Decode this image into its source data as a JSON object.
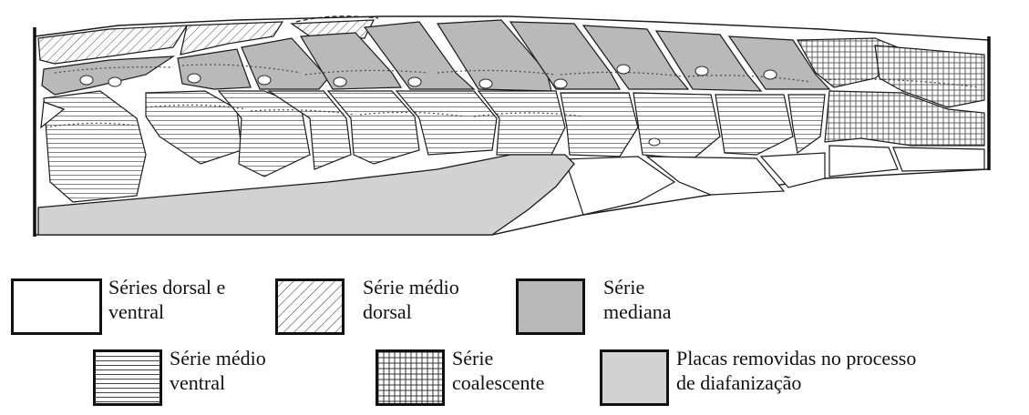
{
  "legend": {
    "items": [
      {
        "key": "dorsal_ventral",
        "line1": "Séries dorsal e",
        "line2": "ventral",
        "fill": "#ffffff",
        "pattern": "none"
      },
      {
        "key": "medio_dorsal",
        "line1": "Série médio",
        "line2": "dorsal",
        "fill": "#ffffff",
        "pattern": "diagonal"
      },
      {
        "key": "mediana",
        "line1": "Série",
        "line2": "mediana",
        "fill": "#b9b9b9",
        "pattern": "solid"
      },
      {
        "key": "medio_ventral",
        "line1": "Série médio",
        "line2": "ventral",
        "fill": "#ffffff",
        "pattern": "horizontal"
      },
      {
        "key": "coalescente",
        "line1": "Série",
        "line2": "coalescente",
        "fill": "#ffffff",
        "pattern": "grid"
      },
      {
        "key": "removidas",
        "line1": "Placas removidas no processo",
        "line2": "de diafanização",
        "fill": "#d2d2d2",
        "pattern": "solid"
      }
    ]
  },
  "colors": {
    "outline": "#1a1a1a",
    "median_gray": "#b9b9b9",
    "removed_gray": "#d2d2d2",
    "hatch": "#555555"
  }
}
